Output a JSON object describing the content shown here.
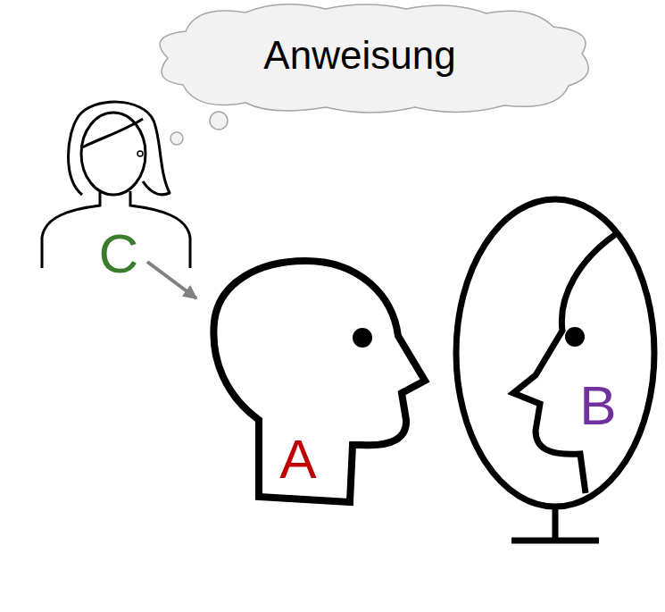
{
  "diagram": {
    "nodes": [
      {
        "text": [
          "Anweisung"
        ]
      },
      {
        "text": [
          "C"
        ]
      },
      {
        "text": [
          "A"
        ]
      },
      {
        "text": [
          "B"
        ]
      }
    ],
    "edges": [
      {
        "from": 1,
        "to": 2,
        "arrow": "to"
      }
    ]
  }
}
